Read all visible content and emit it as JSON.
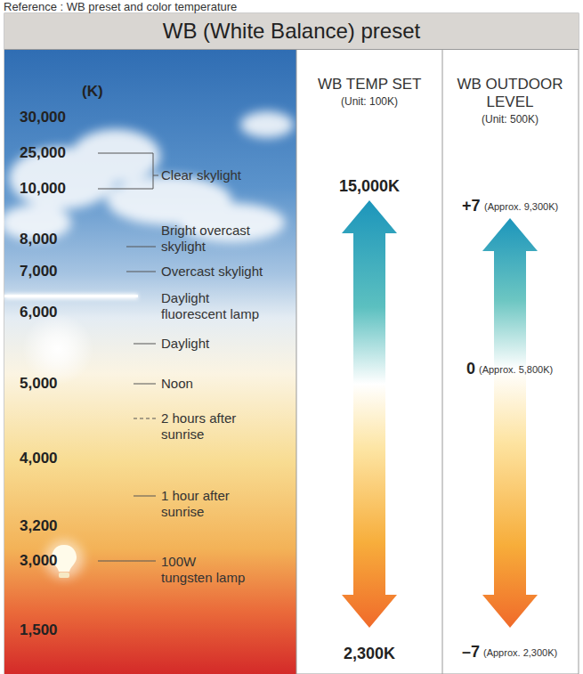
{
  "diagram": {
    "title": "WB (White Balance) preset",
    "labels": [
      "Reference : WB preset and color temperature",
      "(K)",
      "30,000",
      "25,000",
      "10,000",
      "8,000",
      "7,000",
      "6,000",
      "5,000",
      "4,000",
      "3,200",
      "3,000",
      "1,500",
      "Clear skylight",
      "Bright overcast skylight",
      "Overcast skylight",
      "Daylight fluorescent lamp",
      "Daylight",
      "Noon",
      "2 hours after sunrise",
      "1 hour after sunrise",
      "100W tungsten lamp",
      "WB TEMP SET",
      "(Unit: 100K)",
      "15,000K",
      "2,300K",
      "WB OUTDOOR LEVEL",
      "(Unit: 500K)",
      "+7",
      "(Approx. 9,300K)",
      "0",
      "(Approx. 5,800K)",
      "–7",
      "(Approx. 2,300K)"
    ]
  }
}
